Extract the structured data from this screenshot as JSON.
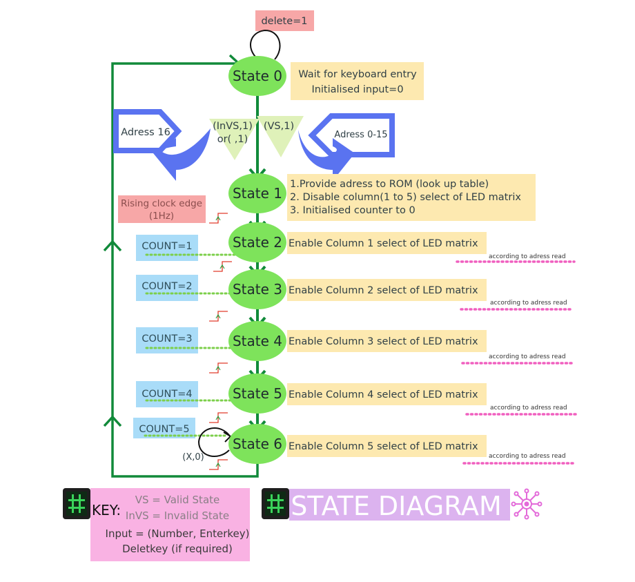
{
  "top_note": "delete=1",
  "states": [
    {
      "label": "State 0",
      "note_lines": [
        "Wait for keyboard entry",
        "Initialised input=0"
      ]
    },
    {
      "label": "State 1",
      "note_lines": [
        "1.Provide adress to ROM (look up table)",
        " 2. Disable column(1 to 5) select of LED matrix",
        "3. Initialised counter to 0"
      ]
    },
    {
      "label": "State 2",
      "note_lines": [
        "Enable Column 1 select of LED matrix"
      ],
      "count": "COUNT=1",
      "tail": "according to adress read"
    },
    {
      "label": "State 3",
      "note_lines": [
        "Enable Column 2 select of LED matrix"
      ],
      "count": "COUNT=2",
      "tail": "according to adress read"
    },
    {
      "label": "State 4",
      "note_lines": [
        "Enable Column 3 select of LED matrix"
      ],
      "count": "COUNT=3",
      "tail": "according to adress read"
    },
    {
      "label": "State 5",
      "note_lines": [
        "Enable Column 4 select of LED matrix"
      ],
      "count": "COUNT=4",
      "tail": "according to adress read"
    },
    {
      "label": "State 6",
      "note_lines": [
        "Enable Column 5 select of LED matrix"
      ],
      "count": "COUNT=5",
      "tail": "according to adress read"
    }
  ],
  "transitions": {
    "invalid_line1": "(InVS,1)",
    "invalid_line2": "or( ,1)",
    "valid": "(VS,1)",
    "self_loop_s6": "(X,0)"
  },
  "left_arrow_label": "Adress 16",
  "right_arrow_label": "Adress 0-15",
  "clock_note_lines": [
    "Rising clock edge",
    "(1Hz)"
  ],
  "key": {
    "title": "KEY:",
    "lines": [
      "VS = Valid State",
      "InVS = Invalid State",
      "Input = (Number, Enterkey)",
      "Deletkey (if required)"
    ]
  },
  "banner_title": "STATE DIAGRAM",
  "colors": {
    "state_fill": "#7ee35b",
    "arrow": "#118a3a",
    "note_yellow": "#fde9b0",
    "count_blue": "#a9dcf8",
    "red_note": "#f7a7a7",
    "pink_key": "#f9b2e3",
    "banner_purple": "#dcb3ef",
    "triangle": "#dff1b9",
    "big_arrow_blue": "#5a73f0",
    "dot_green": "#7ccf4a",
    "dot_pink": "#f05fbf"
  }
}
